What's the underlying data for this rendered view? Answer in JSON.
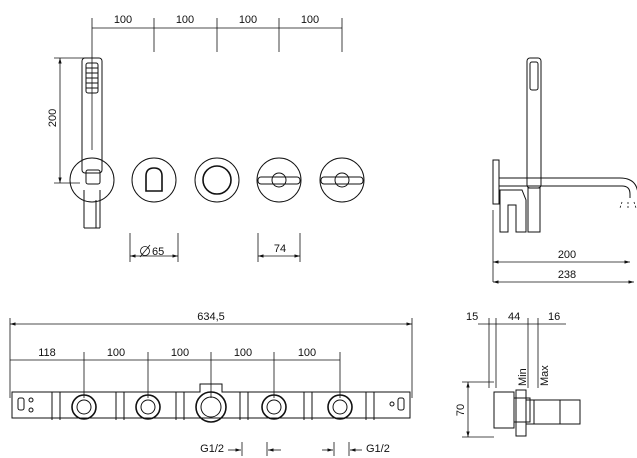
{
  "top_front": {
    "spacings": [
      "100",
      "100",
      "100",
      "100"
    ],
    "height": "200",
    "diameter": "65",
    "handle_width": "74"
  },
  "side_view": {
    "dim_inner": "200",
    "dim_outer": "238"
  },
  "bottom_body": {
    "total": "634,5",
    "offset": "118",
    "spacings": [
      "100",
      "100",
      "100",
      "100"
    ],
    "thread_left": "G1/2",
    "thread_right": "G1/2"
  },
  "section_view": {
    "dims": [
      "15",
      "44",
      "16"
    ],
    "height": "70",
    "label_min": "Min",
    "label_max": "Max"
  }
}
